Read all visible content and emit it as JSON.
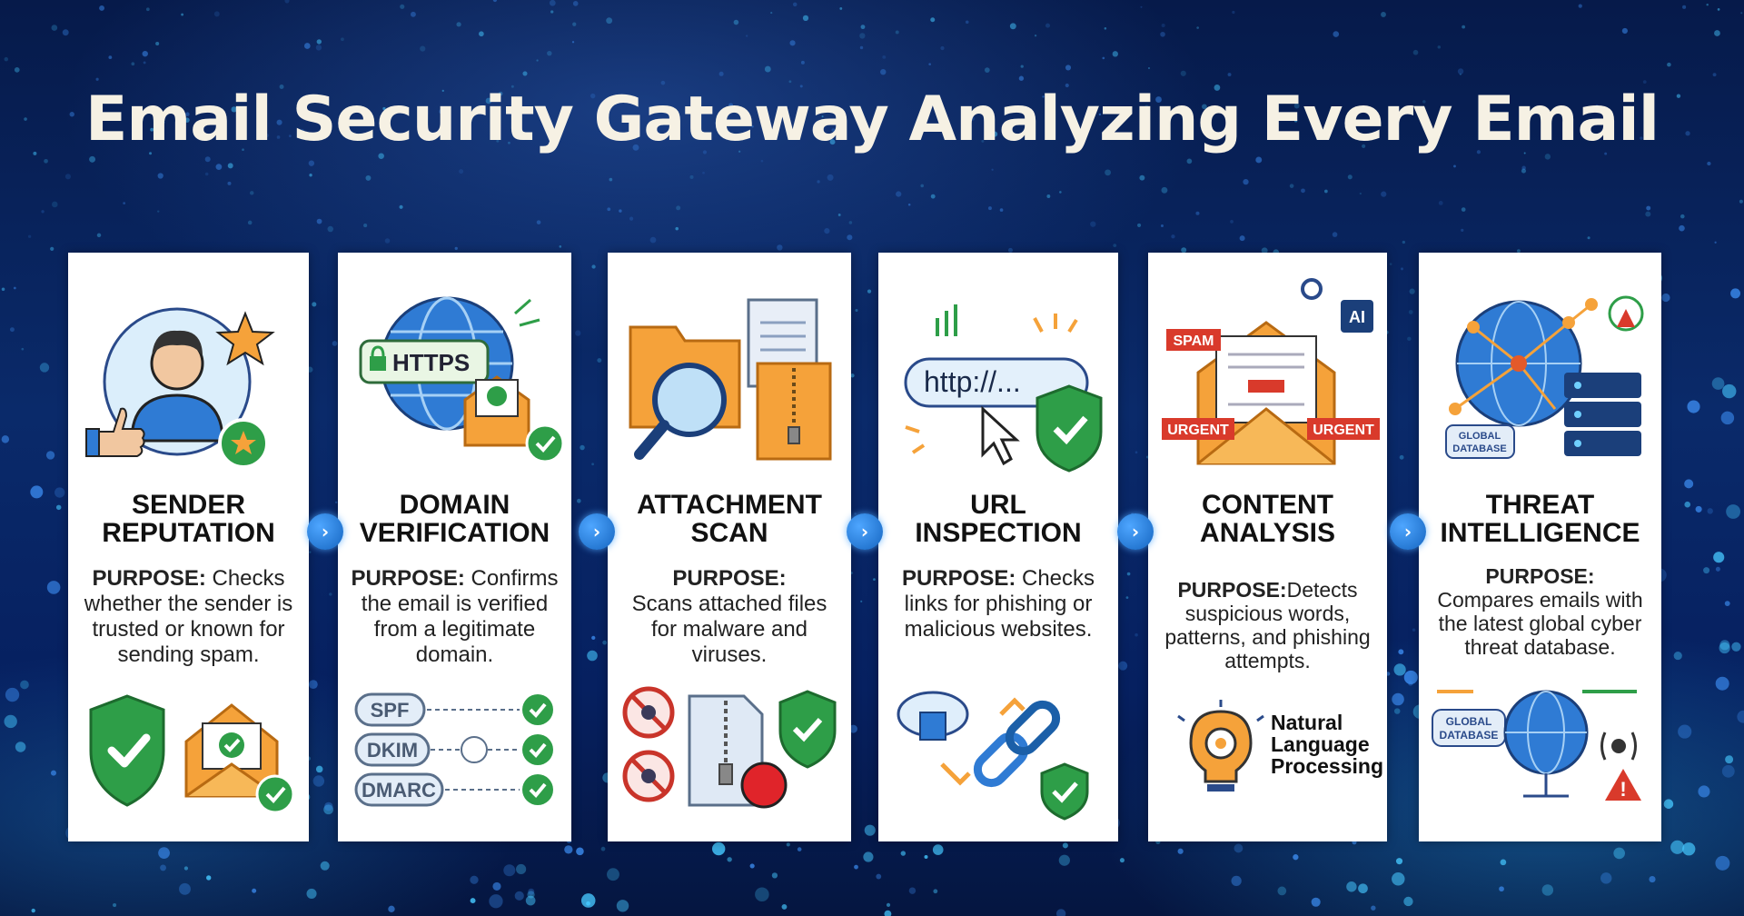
{
  "title": "Email Security Gateway Analyzing Every Email",
  "cards": [
    {
      "title": "SENDER\nREPUTATION",
      "purpose_label": "PURPOSE:",
      "purpose_text": " Checks whether the sender is trusted or known for sending spam."
    },
    {
      "title": "DOMAIN\nVERIFICATION",
      "purpose_label": "PURPOSE:",
      "purpose_text": " Confirms the email is verified from a legitimate domain.",
      "https": "HTTPS",
      "spf": "SPF",
      "dkim": "DKIM",
      "dmarc": "DMARC"
    },
    {
      "title": "ATTACHMENT\nSCAN",
      "purpose_label": "PURPOSE:",
      "purpose_text": " Scans attached files for malware and viruses."
    },
    {
      "title": "URL\nINSPECTION",
      "purpose_label": "PURPOSE:",
      "purpose_text": " Checks links for phishing or malicious websites.",
      "url_text": "http://..."
    },
    {
      "title": "CONTENT\nANALYSIS",
      "purpose_label": "PURPOSE:",
      "purpose_text": "Detects suspicious words, patterns, and phishing attempts.",
      "spam": "SPAM",
      "urgent": "URGENT",
      "ai": "AI",
      "nlp": "Natural\nLanguage\nProcessing"
    },
    {
      "title": "THREAT\nINTELLIGENCE",
      "purpose_label": "PURPOSE:",
      "purpose_text": " Compares emails with the latest global cyber threat database.",
      "global_db": "GLOBAL",
      "global_db2": "DATABASE"
    }
  ],
  "arrow_icon": "chevron-right-icon",
  "colors": {
    "accent_blue": "#1f6fd1",
    "green": "#2e9e48",
    "orange": "#f5a23a",
    "red": "#d93a2b",
    "bg": "#0a2a6a"
  }
}
